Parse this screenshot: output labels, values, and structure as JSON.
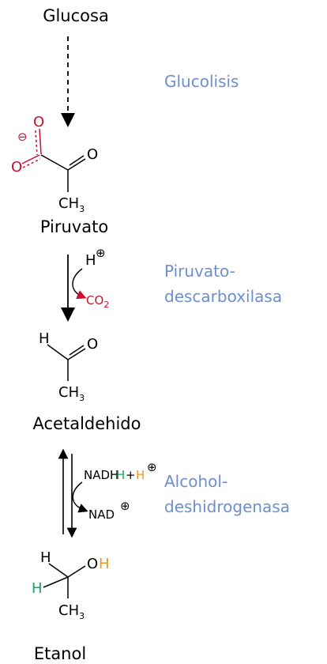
{
  "colors": {
    "text": "#000000",
    "enzyme": "#6b8fd1",
    "red": "#c8102e",
    "green": "#19a85a",
    "orange": "#e39a1b"
  },
  "compounds": {
    "glucose": "Glucosa",
    "pyruvate": "Piruvato",
    "acetaldehyde": "Acetaldehido",
    "ethanol": "Etanol"
  },
  "enzymes": {
    "glycolysis": "Glucolisis",
    "pdc_line1": "Piruvato-",
    "pdc_line2": "descarboxilasa",
    "adh_line1": "Alcohol-",
    "adh_line2": "deshidrogenasa"
  },
  "atoms": {
    "O": "O",
    "C": "C",
    "H": "H",
    "H3": "3",
    "neg_charge": "⊖",
    "pos_charge": "⊕",
    "co2_main": "CO",
    "co2_sub": "2",
    "nadh": "NADH",
    "plus": "+",
    "nad": "NAD",
    "oh_h": "H"
  }
}
